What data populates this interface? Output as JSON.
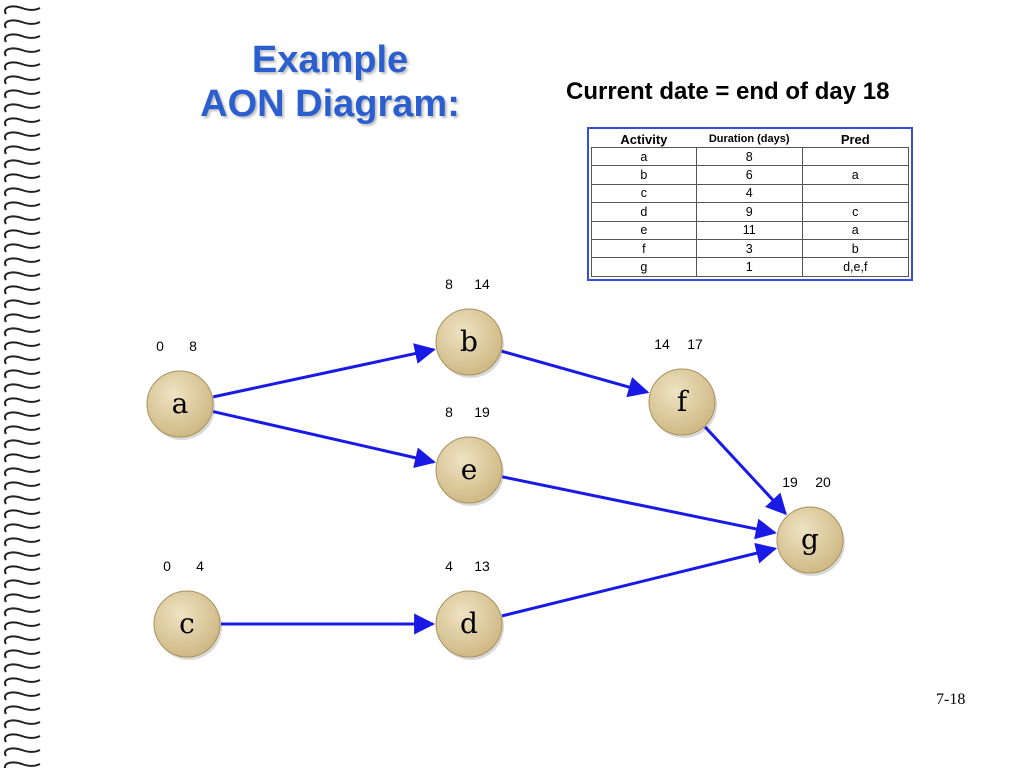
{
  "title": {
    "line1": "Example",
    "line2": "AON Diagram:"
  },
  "current_date": "Current date = end of day 18",
  "table": {
    "headers": {
      "activity": "Activity",
      "duration": "Duration (days)",
      "pred": "Pred"
    },
    "rows": [
      {
        "activity": "a",
        "duration": "8",
        "pred": ""
      },
      {
        "activity": "b",
        "duration": "6",
        "pred": "a"
      },
      {
        "activity": "c",
        "duration": "4",
        "pred": ""
      },
      {
        "activity": "d",
        "duration": "9",
        "pred": "c"
      },
      {
        "activity": "e",
        "duration": "11",
        "pred": "a"
      },
      {
        "activity": "f",
        "duration": "3",
        "pred": "b"
      },
      {
        "activity": "g",
        "duration": "1",
        "pred": "d,e,f"
      }
    ]
  },
  "diagram": {
    "nodes": {
      "a": {
        "label": "a",
        "start": "0",
        "finish": "8"
      },
      "b": {
        "label": "b",
        "start": "8",
        "finish": "14"
      },
      "c": {
        "label": "c",
        "start": "0",
        "finish": "4"
      },
      "d": {
        "label": "d",
        "start": "4",
        "finish": "13"
      },
      "e": {
        "label": "e",
        "start": "8",
        "finish": "19"
      },
      "f": {
        "label": "f",
        "start": "14",
        "finish": "17"
      },
      "g": {
        "label": "g",
        "start": "19",
        "finish": "20"
      }
    },
    "edges": [
      {
        "from": "a",
        "to": "b"
      },
      {
        "from": "a",
        "to": "e"
      },
      {
        "from": "b",
        "to": "f"
      },
      {
        "from": "f",
        "to": "g"
      },
      {
        "from": "e",
        "to": "g"
      },
      {
        "from": "c",
        "to": "d"
      },
      {
        "from": "d",
        "to": "g"
      }
    ],
    "colors": {
      "arrow": "#1a1ae6",
      "node_fill": "#d9c69a",
      "node_stroke": "#a8935f"
    }
  },
  "page_number": "7-18"
}
